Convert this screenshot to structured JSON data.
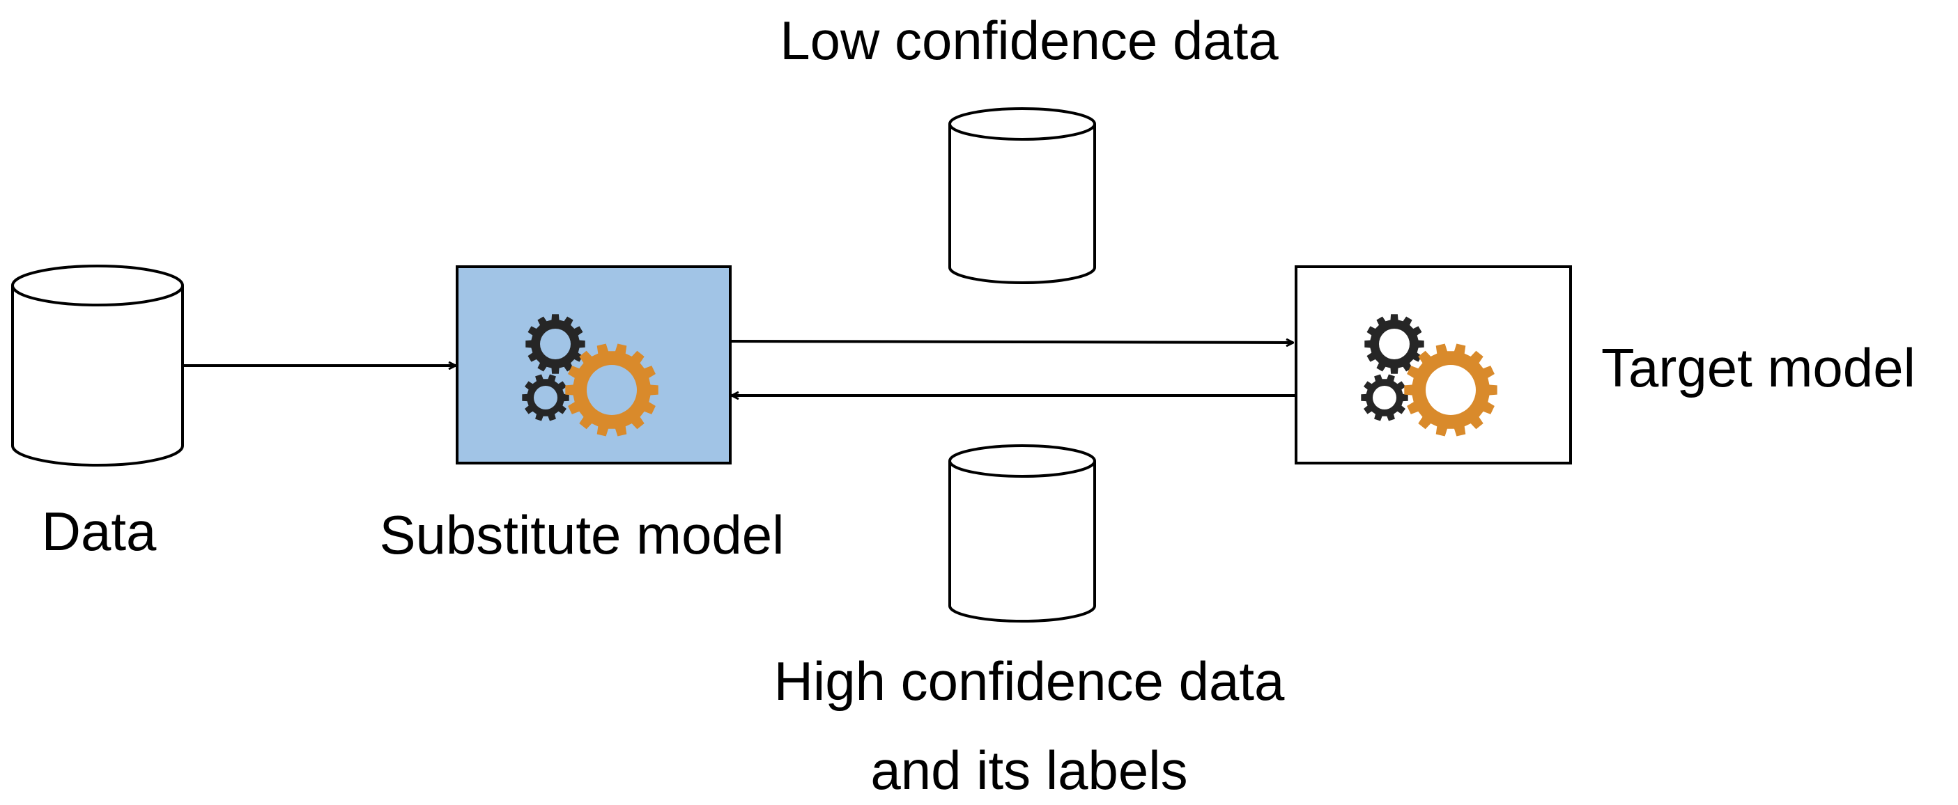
{
  "labels": {
    "data": "Data",
    "substitute_model": "Substitute model",
    "target_model": "Target model",
    "low_confidence": "Low confidence data",
    "high_confidence_line1": "High confidence data",
    "high_confidence_line2": "and its labels"
  },
  "icons": {
    "database": "cylinder-icon",
    "model": "gears-icon"
  },
  "colors": {
    "substitute_fill": "#a1c4e6",
    "target_fill": "#ffffff",
    "gear_dark": "#262626",
    "gear_orange": "#d98a2b",
    "stroke": "#000000"
  }
}
